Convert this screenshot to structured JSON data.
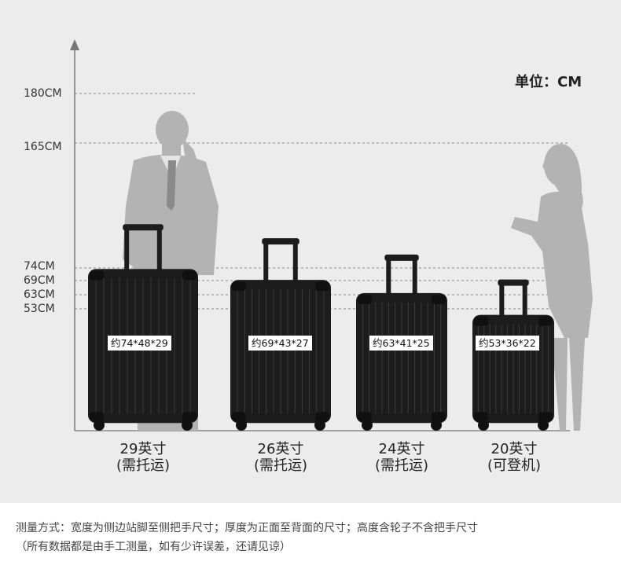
{
  "unit_label": "单位：CM",
  "height_markers": [
    {
      "label": "180CM",
      "value": 180
    },
    {
      "label": "165CM",
      "value": 165
    },
    {
      "label": "74CM",
      "value": 74
    },
    {
      "label": "69CM",
      "value": 69
    },
    {
      "label": "63CM",
      "value": 63
    },
    {
      "label": "53CM",
      "value": 53
    }
  ],
  "suitcases": [
    {
      "dimensions": "约74*48*29",
      "size": "29英寸",
      "note": "(需托运)",
      "height_cm": 74
    },
    {
      "dimensions": "约69*43*27",
      "size": "26英寸",
      "note": "(需托运)",
      "height_cm": 69
    },
    {
      "dimensions": "约63*41*25",
      "size": "24英寸",
      "note": "(需托运)",
      "height_cm": 63
    },
    {
      "dimensions": "约53*36*22",
      "size": "20英寸",
      "note": "(可登机)",
      "height_cm": 53
    }
  ],
  "footer": {
    "line1": "测量方式：宽度为侧边站脚至侧把手尺寸；厚度为正面至背面的尺寸；高度含轮子不含把手尺寸",
    "line2": "（所有数据都是由手工测量，如有少许误差，还请见谅）"
  },
  "colors": {
    "background": "#ececec",
    "suitcase": "#1c1c1c",
    "silhouette": "#b3b3b3",
    "axis": "#777777"
  }
}
